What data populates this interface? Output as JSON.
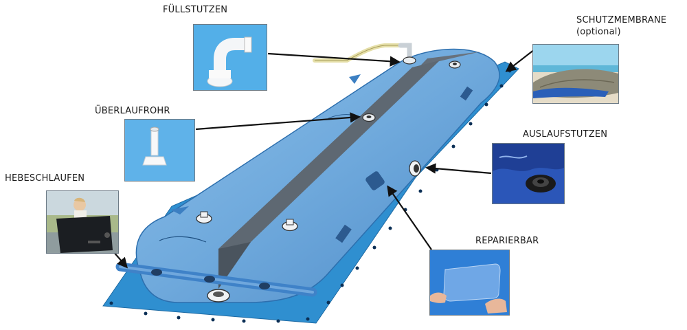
{
  "labels": {
    "fill_socket": "FÜLLSTUTZEN",
    "protective_membrane": "SCHUTZMEMBRANE",
    "protective_membrane_note": "(optional)",
    "overflow_pipe": "ÜBERLAUFROHR",
    "outlet_socket": "AUSLAUFSTUTZEN",
    "lifting_loops": "HEBESCHLAUFEN",
    "repairable": "REPARIERBAR"
  },
  "colors": {
    "tank_blue": "#6fa9dc",
    "tank_dark": "#3f7fbf",
    "base_sheet": "#2f8fd0",
    "ridge": "#5a6470",
    "arrow": "#111111"
  },
  "icons": {
    "fill_socket_photo": "elbow-fitting-photo",
    "membrane_photo": "water-bag-on-beach-photo",
    "overflow_photo": "overflow-pipe-photo",
    "outlet_photo": "outlet-valve-photo",
    "lifting_photo": "person-lifting-tank-photo",
    "repair_photo": "patch-repair-photo"
  }
}
